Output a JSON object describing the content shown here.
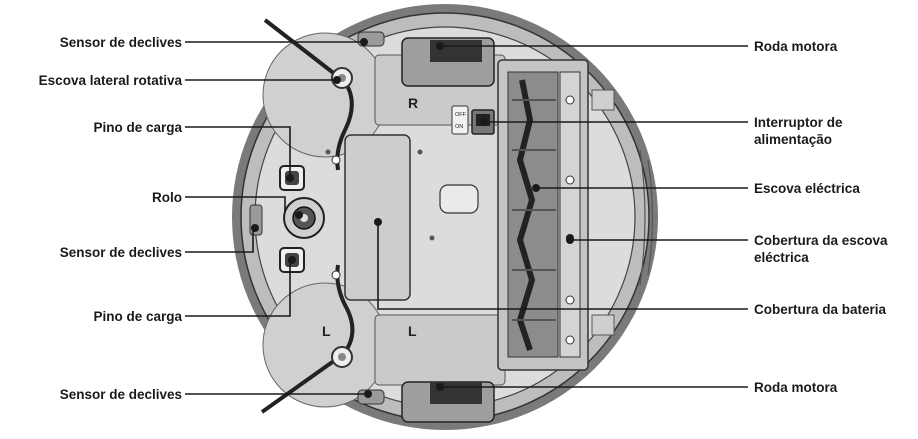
{
  "labels_left": [
    {
      "id": "sensor-de-declives-top",
      "text": "Sensor de declives"
    },
    {
      "id": "escova-lateral-rotativa",
      "text": "Escova lateral rotativa"
    },
    {
      "id": "pino-de-carga-top",
      "text": "Pino de carga"
    },
    {
      "id": "rolo",
      "text": "Rolo"
    },
    {
      "id": "sensor-de-declives-mid",
      "text": "Sensor de declives"
    },
    {
      "id": "pino-de-carga-bottom",
      "text": "Pino de carga"
    },
    {
      "id": "sensor-de-declives-bottom",
      "text": "Sensor de declives"
    }
  ],
  "labels_right": [
    {
      "id": "roda-motora-top",
      "line1": "Roda motora",
      "line2": ""
    },
    {
      "id": "interruptor-de-alimentacao",
      "line1": "Interruptor de",
      "line2": "alimentação"
    },
    {
      "id": "escova-electrica",
      "line1": "Escova eléctrica",
      "line2": ""
    },
    {
      "id": "cobertura-da-escova-electrica",
      "line1": "Cobertura da escova",
      "line2": "eléctrica"
    },
    {
      "id": "cobertura-da-bateria",
      "line1": "Cobertura da bateria",
      "line2": ""
    },
    {
      "id": "roda-motora-bottom",
      "line1": "Roda motora",
      "line2": ""
    }
  ],
  "switch_marks": {
    "off": "OFF",
    "on": "ON"
  },
  "wheel_marks": {
    "right": "R",
    "left": "L"
  },
  "colors": {
    "body": "#d9d9d9",
    "rim": "#8c8c8c",
    "dark": "#2b2b2b",
    "line": "#1a1a1a",
    "panel": "#c8c8c8"
  }
}
